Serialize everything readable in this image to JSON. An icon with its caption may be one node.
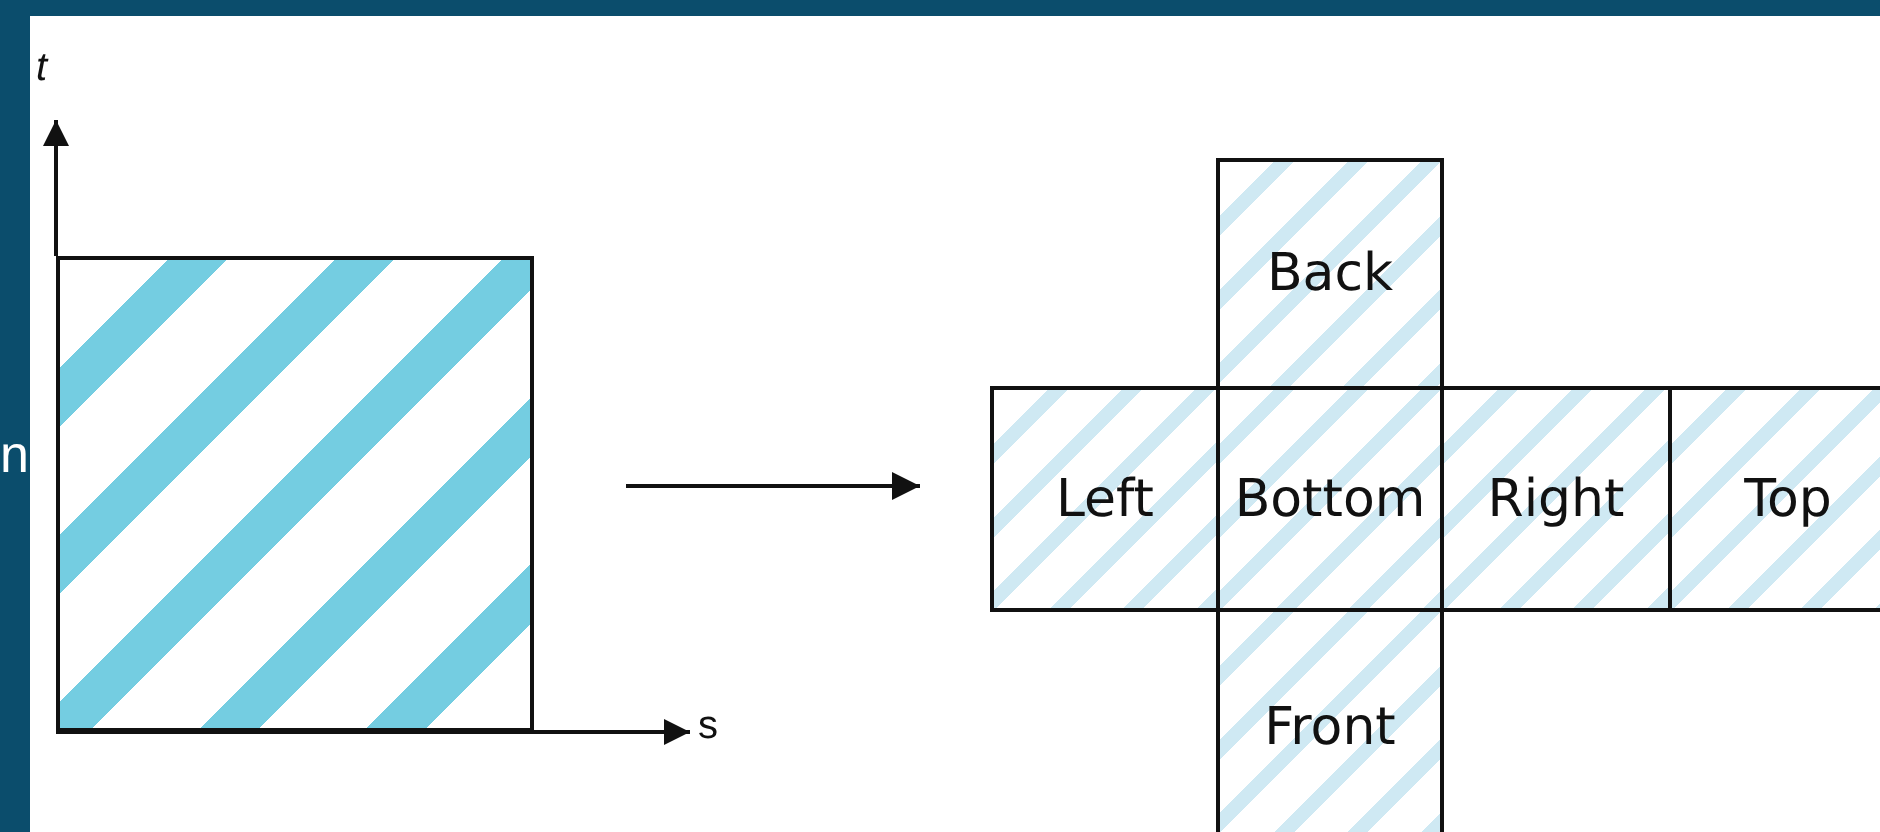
{
  "diagram": {
    "nodes": [
      {
        "text": [],
        "shape": "picture"
      },
      {
        "text": [
          "Back"
        ]
      },
      {
        "text": [
          "Left"
        ]
      },
      {
        "text": [
          "Bottom"
        ]
      },
      {
        "text": [
          "Right"
        ]
      },
      {
        "text": [
          "Top"
        ]
      },
      {
        "text": [
          "Front"
        ]
      }
    ],
    "edges": [
      {
        "from": 0,
        "to": 2,
        "arrow": "to"
      }
    ],
    "labels": [
      "n",
      "t",
      "s"
    ]
  }
}
